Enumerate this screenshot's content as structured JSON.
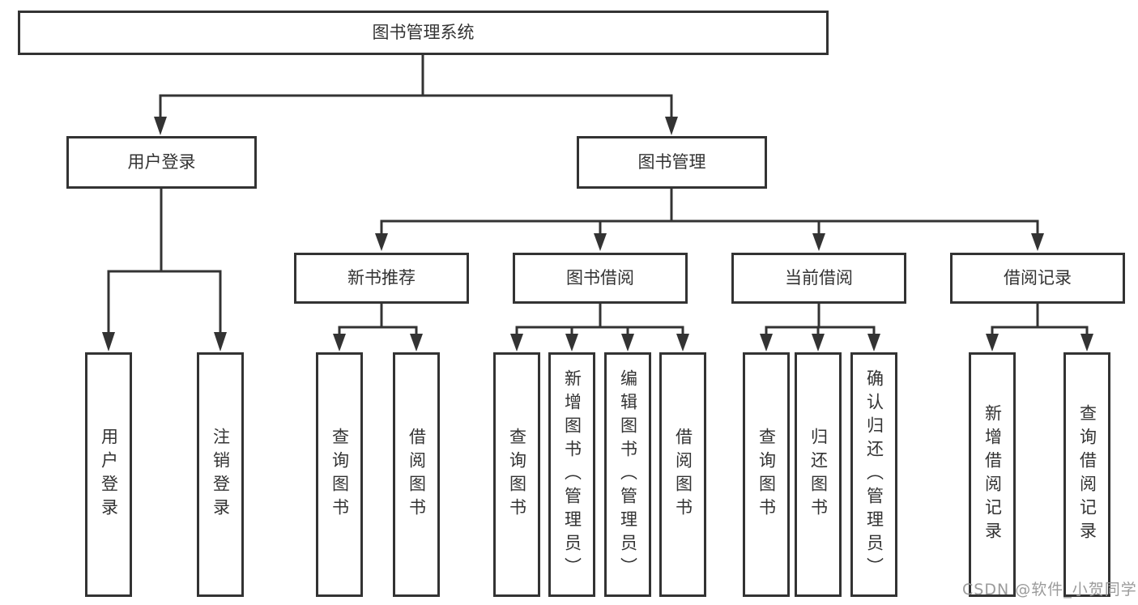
{
  "diagram": {
    "root": {
      "label": "图书管理系统"
    },
    "level2": [
      {
        "label": "用户登录"
      },
      {
        "label": "图书管理"
      }
    ],
    "level3": [
      {
        "label": "新书推荐"
      },
      {
        "label": "图书借阅"
      },
      {
        "label": "当前借阅"
      },
      {
        "label": "借阅记录"
      }
    ],
    "groups": [
      {
        "parent_label": "用户登录",
        "children": [
          "用户登录",
          "注销登录"
        ]
      },
      {
        "parent_label": "新书推荐",
        "children": [
          "查询图书",
          "借阅图书"
        ]
      },
      {
        "parent_label": "图书借阅",
        "children": [
          "查询图书",
          "新增图书（管理员）",
          "编辑图书（管理员）",
          "借阅图书"
        ]
      },
      {
        "parent_label": "当前借阅",
        "children": [
          "查询图书",
          "归还图书",
          "确认归还（管理员）"
        ]
      },
      {
        "parent_label": "借阅记录",
        "children": [
          "新增借阅记录",
          "查询借阅记录"
        ]
      }
    ]
  },
  "watermark": {
    "text": "CSDN @软件_小贺同学"
  },
  "colors": {
    "line": "#333333",
    "box_border": "#333333",
    "text": "#333333",
    "watermark": "#9b9b9b",
    "background": "#ffffff"
  }
}
